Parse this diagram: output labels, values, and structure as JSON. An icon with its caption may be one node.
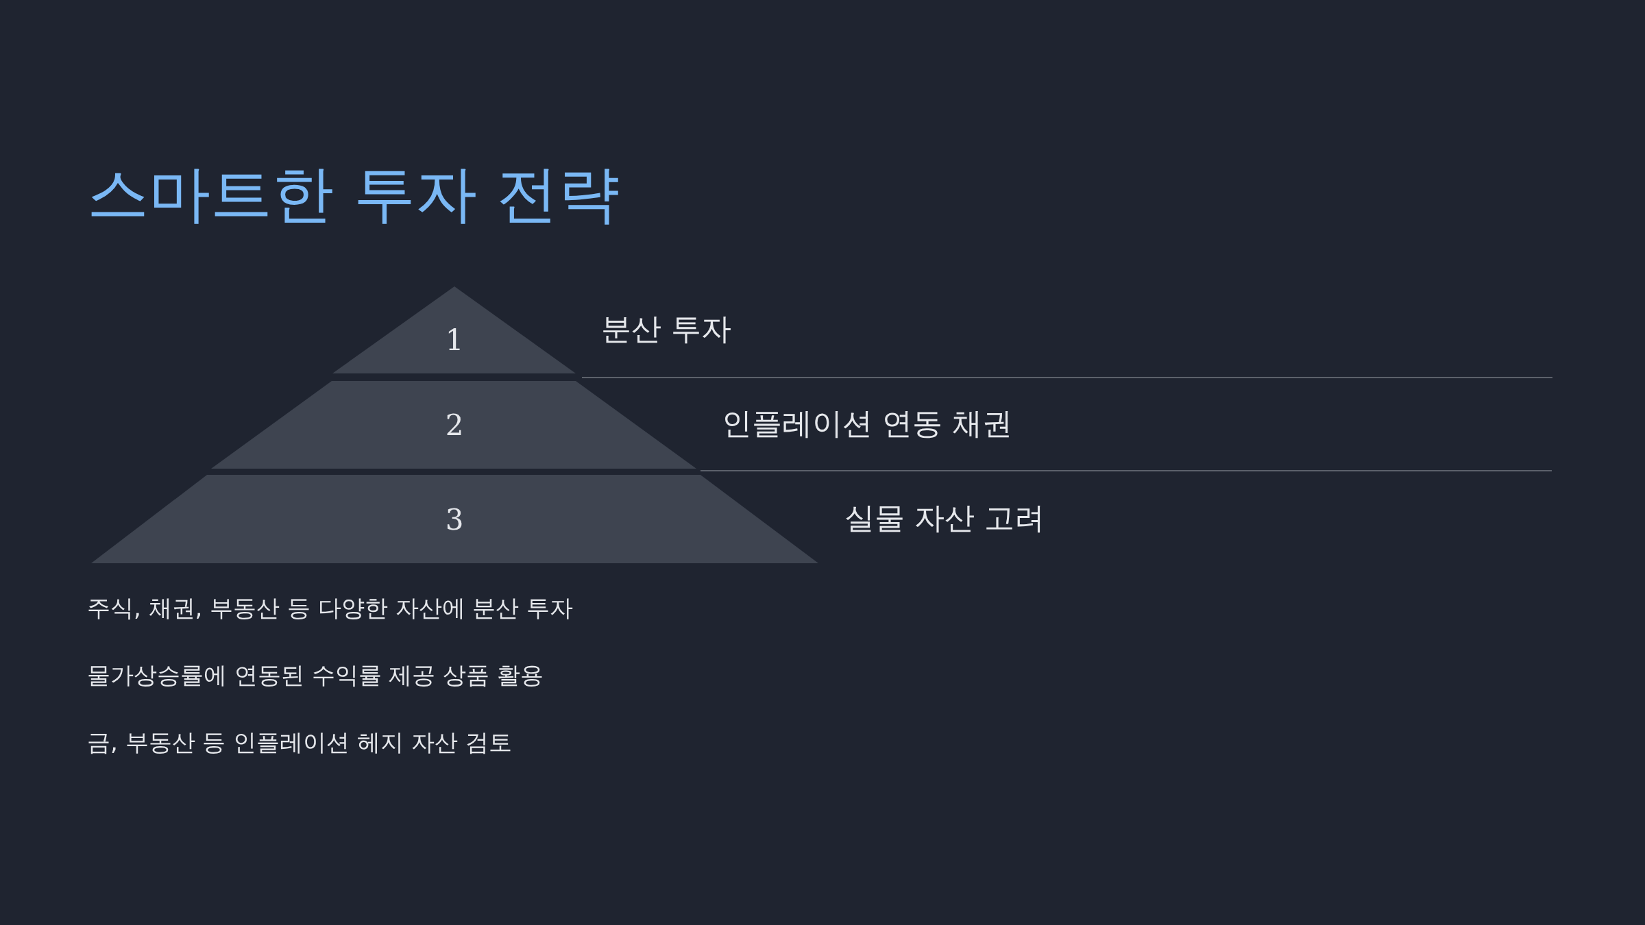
{
  "diagram": {
    "title": "스마트한 투자 전략",
    "nodes": [
      {
        "text": [
          "1"
        ],
        "beside": [
          "분산 투자"
        ]
      },
      {
        "text": [
          "2"
        ],
        "beside": [
          "인플레이션 연동 채권"
        ]
      },
      {
        "text": [
          "3"
        ],
        "beside": [
          "실물 자산 고려"
        ]
      }
    ],
    "labels": [
      "주식, 채권, 부동산 등 다양한 자산에 분산 투자",
      "물가상승률에 연동된 수익률 제공 상품 활용",
      "금, 부동산 등 인플레이션 헤지 자산 검토"
    ]
  }
}
